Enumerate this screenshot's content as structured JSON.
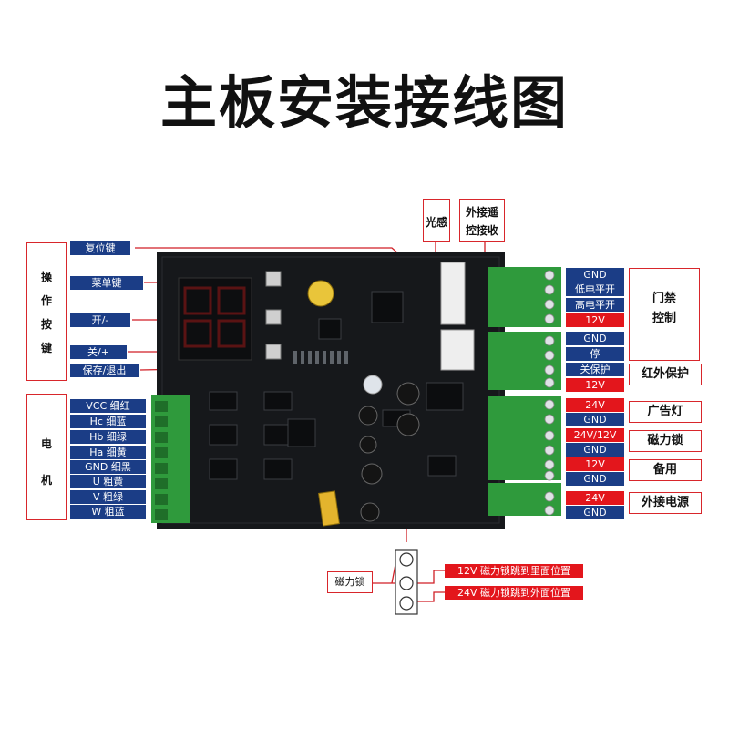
{
  "title": "主板安装接线图",
  "top_labels": {
    "light": "光感",
    "remote_line1": "外接遥",
    "remote_line2": "控接收"
  },
  "operation_group": {
    "label": "操作按键",
    "keys": [
      "复位键",
      "菜单键",
      "开/-",
      "关/+",
      "保存/退出"
    ]
  },
  "motor_group": {
    "label": "电机",
    "wires": [
      "VCC 细红",
      "Hc 细蓝",
      "Hb 细绿",
      "Ha 细黄",
      "GND 细黑",
      "U 粗黄",
      "V 粗绿",
      "W 粗蓝"
    ]
  },
  "right_terminals": {
    "access": [
      "GND",
      "低电平开",
      "高电平开",
      "12V"
    ],
    "ir": [
      "GND",
      "停",
      "关保护",
      "12V"
    ],
    "ad": [
      "24V",
      "GND"
    ],
    "lock": [
      "24V/12V",
      "GND"
    ],
    "spare": [
      "12V",
      "GND"
    ],
    "power": [
      "24V",
      "GND"
    ]
  },
  "right_groups": {
    "access_l1": "门禁",
    "access_l2": "控制",
    "ir": "红外保护",
    "ad": "广告灯",
    "lock": "磁力锁",
    "spare": "备用",
    "power": "外接电源"
  },
  "jumper": {
    "label": "磁力锁",
    "opt_12v": "12V 磁力锁跳到里面位置",
    "opt_24v": "24V 磁力锁跳到外面位置"
  },
  "colors": {
    "navy": "#1b3d86",
    "red": "#e3161c",
    "board": "#16181b",
    "terminal": "#2f9a3c"
  }
}
